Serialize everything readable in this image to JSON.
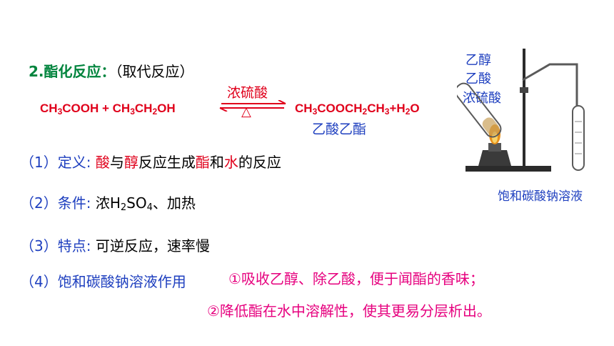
{
  "title": {
    "num": "2.",
    "text": "酯化反应：",
    "paren": "（取代反应）"
  },
  "equation": {
    "left": [
      "CH",
      "3",
      "COOH + CH",
      "3",
      "CH",
      "2",
      "OH"
    ],
    "catalyst": "浓硫酸",
    "heat": "△",
    "right": [
      "CH",
      "3",
      "COOCH",
      "2",
      "CH",
      "3",
      "+H",
      "2",
      "O"
    ],
    "product_name": "乙酸乙酯"
  },
  "items": {
    "def": {
      "label": "（1）定义:",
      "p1": "酸",
      "p2": "与",
      "p3": "醇",
      "p4": "反应生成",
      "p5": "酯",
      "p6": "和",
      "p7": "水",
      "p8": "的反应"
    },
    "cond": {
      "label": "（2）条件:",
      "t1": "浓H",
      "t2": "2",
      "t3": "SO",
      "t4": "4",
      "t5": "、加热"
    },
    "feat": {
      "label": "（3）特点:",
      "text": "可逆反应，速率慢"
    },
    "role": {
      "label": "（4）饱和碳酸钠溶液作用",
      "line1": "①吸收乙醇、除乙酸，便于闻酯的香味；",
      "line2": "②降低酯在水中溶解性，使其更易分层析出。"
    }
  },
  "apparatus": {
    "labels": [
      "乙醇",
      "乙酸",
      "浓硫酸"
    ],
    "tube_label": "饱和碳酸钠溶液",
    "colors": {
      "stand": "#2b2b2b",
      "glass": "#5a5a5a",
      "flame": "#e8901a"
    }
  }
}
